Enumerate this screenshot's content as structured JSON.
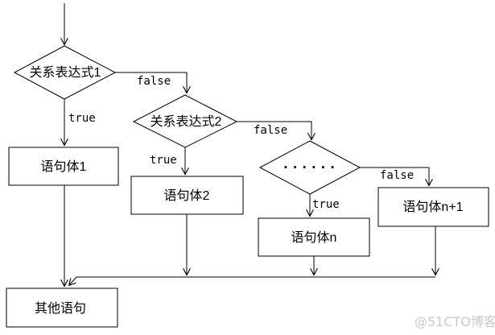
{
  "page": {
    "background_color": "#ffffff",
    "line_color": "#000000",
    "kind": "if-else-if ladder flowchart"
  },
  "flowchart": {
    "decisions": [
      {
        "id": "decision-1",
        "label": "关系表达式1"
      },
      {
        "id": "decision-2",
        "label": "关系表达式2"
      },
      {
        "id": "decision-3",
        "label": "······"
      }
    ],
    "processes": [
      {
        "id": "statement-1",
        "label": "语句体1"
      },
      {
        "id": "statement-2",
        "label": "语句体2"
      },
      {
        "id": "statement-n",
        "label": "语句体n"
      },
      {
        "id": "statement-n-plus-1",
        "label": "语句体n+1"
      },
      {
        "id": "other-statement",
        "label": "其他语句"
      }
    ],
    "branch_labels": {
      "decision1_true": "true",
      "decision1_false": "false",
      "decision2_true": "true",
      "decision2_false": "false",
      "decision3_true": "true",
      "decision3_false": "false"
    }
  },
  "watermark": {
    "text": "@51CTO博客",
    "color": "#c9c9c9"
  }
}
